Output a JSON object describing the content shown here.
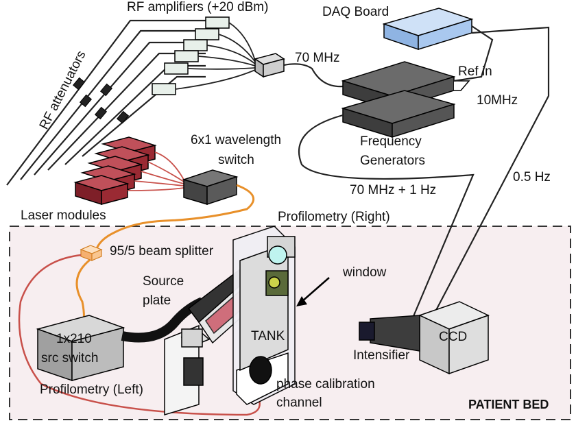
{
  "labels": {
    "rf_amplifiers": "RF amplifiers (+20 dBm)",
    "daq_board": "DAQ Board",
    "rf_attenuators": "RF attenuators",
    "mhz70": "70 MHz",
    "ref_in": "Ref in",
    "mhz10": "10MHz",
    "freq_gen_line1": "Frequency",
    "freq_gen_line2": "Generators",
    "wavelength_switch_line1": "6x1 wavelength",
    "wavelength_switch_line2": "switch",
    "mhz70_1hz": "70 MHz + 1 Hz",
    "hz05": "0.5 Hz",
    "laser_modules": "Laser modules",
    "profilometry_right": "Profilometry (Right)",
    "beam_splitter": "95/5 beam splitter",
    "window": "window",
    "source_plate_line1": "Source",
    "source_plate_line2": "plate",
    "src_switch_line1": "1x210",
    "src_switch_line2": "src switch",
    "tank": "TANK",
    "ccd": "CCD",
    "intensifier": "Intensifier",
    "profilometry_left": "Profilometry (Left)",
    "phase_cal_line1": "phase calibration",
    "phase_cal_line2": "channel",
    "patient_bed": "PATIENT BED"
  },
  "colors": {
    "fiber_orange": "#e8902a",
    "fiber_red": "#c8504a",
    "laser_red": "#9a2a33",
    "daq_blue": "#a9c8ef",
    "bed_fill": "#f7eef0",
    "generator_gray": "#555555"
  }
}
